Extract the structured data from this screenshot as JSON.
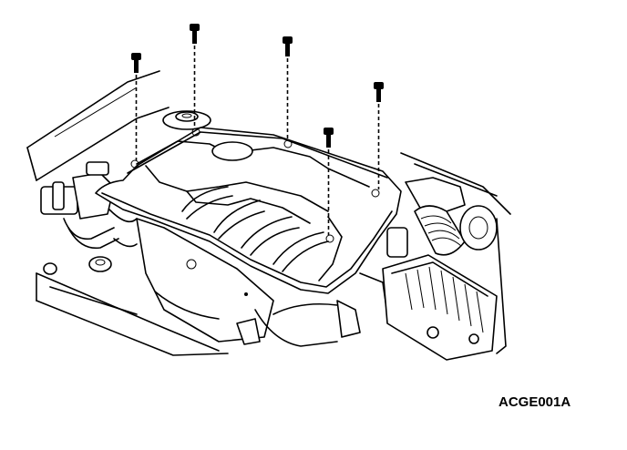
{
  "figure": {
    "code": "ACGE001A"
  },
  "components": {
    "bolt_count": 5,
    "icons": [
      "bolt-icon",
      "engine-cover",
      "air-duct",
      "air-filter-box",
      "strut-mount"
    ]
  }
}
